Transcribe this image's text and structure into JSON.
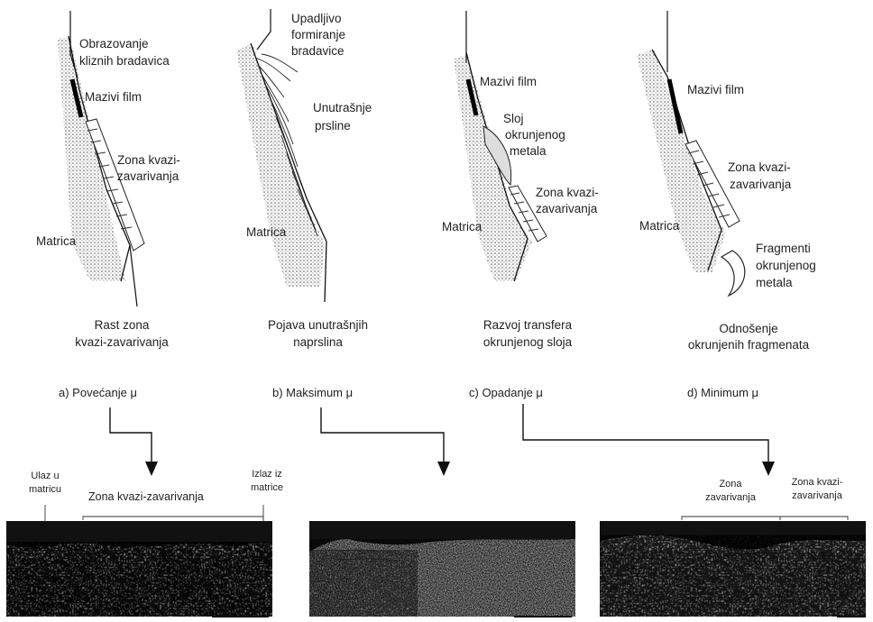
{
  "panels": [
    {
      "id": "a",
      "caption": "a) Povećanje μ",
      "stage": [
        "Rast zona",
        "kvazi-zavarivanja"
      ],
      "labels": {
        "top": [
          "Obrazovanje",
          "kliznih bradavica"
        ],
        "film": "Mazivi film",
        "zone": [
          "Zona kvazi-",
          "zavarivanja"
        ],
        "matrix": "Matrica"
      }
    },
    {
      "id": "b",
      "caption": "b) Maksimum μ",
      "stage": [
        "Pojava unutrašnjih",
        "naprslina"
      ],
      "labels": {
        "top": [
          "Upadljivo",
          "formiranje",
          "bradavice"
        ],
        "cracks": [
          "Unutrašnje",
          "prsline"
        ],
        "matrix": "Matrica"
      }
    },
    {
      "id": "c",
      "caption": "c) Opadanje μ",
      "stage": [
        "Razvoj transfera",
        "okrunjenog sloja"
      ],
      "labels": {
        "film": "Mazivi film",
        "layer": [
          "Sloj",
          "okrunjenog",
          "metala"
        ],
        "zone": [
          "Zona kvazi-",
          "zavarivanja"
        ],
        "matrix": "Matrica"
      }
    },
    {
      "id": "d",
      "caption": "d) Minimum μ",
      "stage": [
        "Odnošenje",
        "okrunjenih fragmenata"
      ],
      "labels": {
        "film": "Mazivi film",
        "zone": [
          "Zona kvazi-",
          "zavarivanja"
        ],
        "matrix": "Matrica",
        "fragments": [
          "Fragmenti",
          "okrunjenog",
          "metala"
        ]
      }
    }
  ],
  "micrographs": [
    {
      "labels": {
        "entry": [
          "Ulaz u",
          "matricu"
        ],
        "zone": "Zona kvazi-zavarivanja",
        "exit": [
          "Izlaz iz",
          "matrice"
        ]
      }
    },
    {
      "labels": {}
    },
    {
      "labels": {
        "weld": [
          "Zona",
          "zavarivanja"
        ],
        "quasi": [
          "Zona kvazi-",
          "zavarivanja"
        ]
      }
    }
  ]
}
